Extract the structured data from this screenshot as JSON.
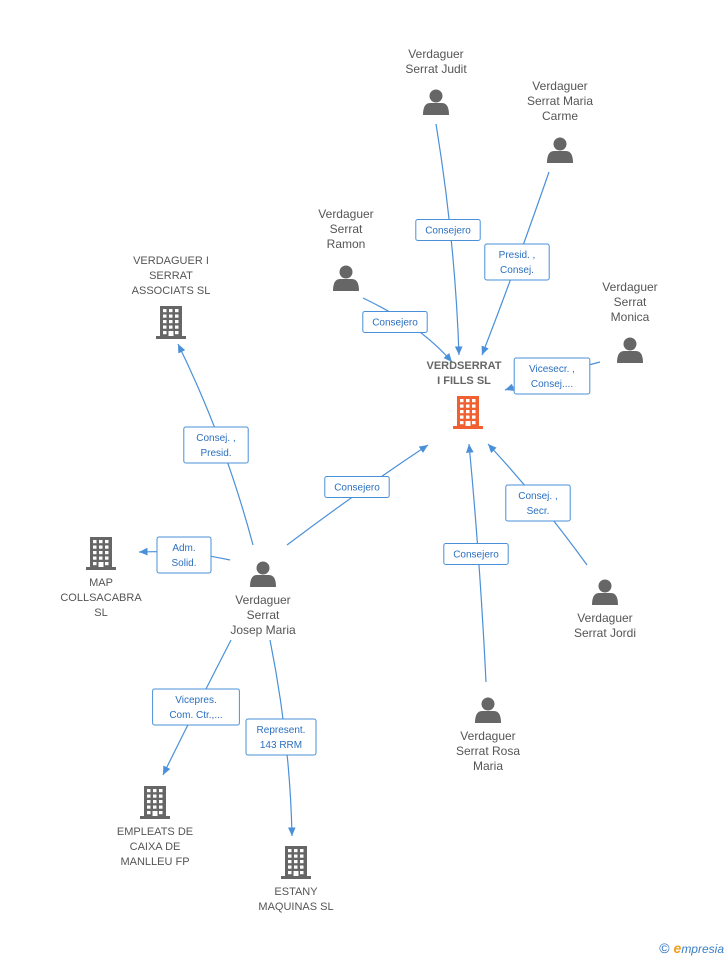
{
  "colors": {
    "edge": "#4a90d9",
    "person": "#666666",
    "company": "#666666",
    "center_company": "#f06030",
    "text": "#555555"
  },
  "center": {
    "id": "verdserrat",
    "name_lines": [
      "VERDSERRAT",
      "I FILLS SL"
    ]
  },
  "people": [
    {
      "id": "judit",
      "name_lines": [
        "Verdaguer",
        "Serrat Judit"
      ]
    },
    {
      "id": "maria_carme",
      "name_lines": [
        "Verdaguer",
        "Serrat Maria",
        "Carme"
      ]
    },
    {
      "id": "ramon",
      "name_lines": [
        "Verdaguer",
        "Serrat",
        "Ramon"
      ]
    },
    {
      "id": "monica",
      "name_lines": [
        "Verdaguer",
        "Serrat",
        "Monica"
      ]
    },
    {
      "id": "josep_maria",
      "name_lines": [
        "Verdaguer",
        "Serrat",
        "Josep Maria"
      ]
    },
    {
      "id": "jordi",
      "name_lines": [
        "Verdaguer",
        "Serrat Jordi"
      ]
    },
    {
      "id": "rosa_maria",
      "name_lines": [
        "Verdaguer",
        "Serrat Rosa",
        "Maria"
      ]
    }
  ],
  "companies": [
    {
      "id": "associats",
      "name_lines": [
        "VERDAGUER I",
        "SERRAT",
        "ASSOCIATS SL"
      ]
    },
    {
      "id": "map",
      "name_lines": [
        "MAP",
        "COLLSACABRA",
        "SL"
      ]
    },
    {
      "id": "empleats",
      "name_lines": [
        "EMPLEATS DE",
        "CAIXA DE",
        "MANLLEU FP"
      ]
    },
    {
      "id": "estany",
      "name_lines": [
        "ESTANY",
        "MAQUINAS SL"
      ]
    }
  ],
  "relations": [
    {
      "from": "judit",
      "to": "verdserrat",
      "label_lines": [
        "Consejero"
      ]
    },
    {
      "from": "maria_carme",
      "to": "verdserrat",
      "label_lines": [
        "Presid. ,",
        "Consej."
      ]
    },
    {
      "from": "ramon",
      "to": "verdserrat",
      "label_lines": [
        "Consejero"
      ]
    },
    {
      "from": "monica",
      "to": "verdserrat",
      "label_lines": [
        "Vicesecr. ,",
        "Consej...."
      ]
    },
    {
      "from": "josep_maria",
      "to": "verdserrat",
      "label_lines": [
        "Consejero"
      ]
    },
    {
      "from": "jordi",
      "to": "verdserrat",
      "label_lines": [
        "Consej. ,",
        "Secr."
      ]
    },
    {
      "from": "rosa_maria",
      "to": "verdserrat",
      "label_lines": [
        "Consejero"
      ]
    },
    {
      "from": "josep_maria",
      "to": "associats",
      "label_lines": [
        "Consej. ,",
        "Presid."
      ]
    },
    {
      "from": "josep_maria",
      "to": "map",
      "label_lines": [
        "Adm.",
        "Solid."
      ]
    },
    {
      "from": "josep_maria",
      "to": "empleats",
      "label_lines": [
        "Vicepres.",
        "Com. Ctr.,..."
      ]
    },
    {
      "from": "josep_maria",
      "to": "estany",
      "label_lines": [
        "Represent.",
        "143 RRM"
      ]
    }
  ],
  "watermark": {
    "copyright": "©",
    "brand_initial": "e",
    "brand_rest": "mpresia"
  }
}
